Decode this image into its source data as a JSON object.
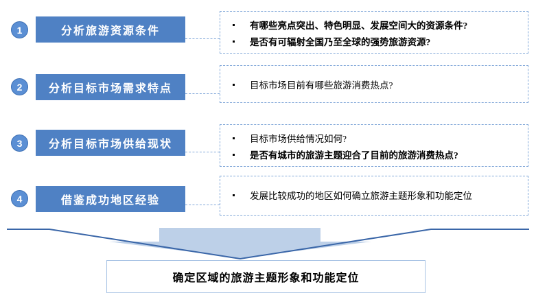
{
  "diagram": {
    "title": "确定区域的旅游主题形象和功能定位",
    "colors": {
      "box_fill": "#4F81C4",
      "badge_fill": "#5B8FD4",
      "dashed_border": "#7FA6D8",
      "funnel_line": "#3A66A8",
      "arrow_fill": "#BDD0E8",
      "result_border": "#A7C2E4"
    },
    "steps": [
      {
        "number": "1",
        "label": "分析旅游资源条件",
        "bullets": [
          {
            "text": "有哪些亮点突出、特色明显、发展空间大的资源条件?",
            "bold": true
          },
          {
            "text": "是否有可辐射全国乃至全球的强势旅游资源?",
            "bold": true
          }
        ]
      },
      {
        "number": "2",
        "label": "分析目标市场需求特点",
        "bullets": [
          {
            "text": "目标市场目前有哪些旅游消费热点?",
            "bold": false
          }
        ]
      },
      {
        "number": "3",
        "label": "分析目标市场供给现状",
        "bullets": [
          {
            "text": "目标市场供给情况如何?",
            "bold": false
          },
          {
            "text": "是否有城市的旅游主题迎合了目前的旅游消费热点?",
            "bold": true
          }
        ]
      },
      {
        "number": "4",
        "label": "借鉴成功地区经验",
        "bullets": [
          {
            "text": "发展比较成功的地区如何确立旅游主题形象和功能定位",
            "bold": false
          }
        ]
      }
    ],
    "result": {
      "label": "确定区域的旅游主题形象和功能定位"
    }
  }
}
